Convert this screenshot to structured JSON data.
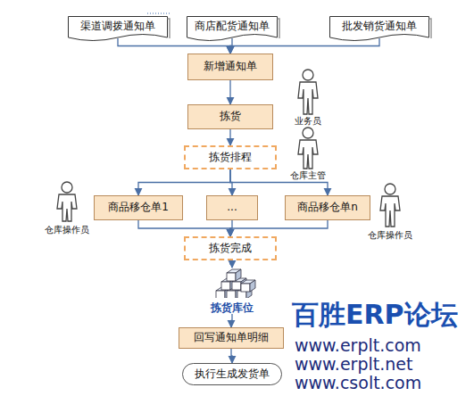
{
  "diagram": {
    "nodes": [
      {
        "text": [
          "渠道调拨通知单"
        ]
      },
      {
        "text": [
          "商店配货通知单"
        ]
      },
      {
        "text": [
          "批发销货通知单"
        ]
      },
      {
        "text": [
          "新增通知单"
        ]
      },
      {
        "text": [
          "拣货"
        ]
      },
      {
        "text": [
          "拣货排程"
        ]
      },
      {
        "text": [
          "商品移仓单1"
        ]
      },
      {
        "text": [
          "..."
        ]
      },
      {
        "text": [
          "商品移仓单n"
        ]
      },
      {
        "text": [
          "拣货完成"
        ]
      },
      {
        "text": [
          "拣货库位"
        ]
      },
      {
        "text": [
          "回写通知单明细"
        ]
      },
      {
        "text": [
          "执行生成发货单"
        ]
      }
    ],
    "edges": [
      {
        "from": 0,
        "to": 3,
        "arrow": "to"
      },
      {
        "from": 1,
        "to": 3,
        "arrow": "to"
      },
      {
        "from": 2,
        "to": 3,
        "arrow": "to"
      },
      {
        "from": 3,
        "to": 4,
        "arrow": "to"
      },
      {
        "from": 4,
        "to": 5,
        "arrow": "to"
      },
      {
        "from": 5,
        "to": 6,
        "arrow": "to"
      },
      {
        "from": 5,
        "to": 7,
        "arrow": "to"
      },
      {
        "from": 5,
        "to": 8,
        "arrow": "to"
      },
      {
        "from": 6,
        "to": 9,
        "arrow": "to"
      },
      {
        "from": 7,
        "to": 9,
        "arrow": "to"
      },
      {
        "from": 8,
        "to": 9,
        "arrow": "to"
      },
      {
        "from": 9,
        "to": 10,
        "arrow": "to"
      },
      {
        "from": 10,
        "to": 11,
        "arrow": "to"
      },
      {
        "from": 11,
        "to": 12,
        "arrow": "to"
      }
    ],
    "labels": [
      "业务员",
      "仓库主管",
      "仓库操作员",
      "仓库操作员",
      "百胜ERP论坛",
      "www.erplt.com",
      "www.erplt.net",
      "www.csolt.com"
    ]
  }
}
